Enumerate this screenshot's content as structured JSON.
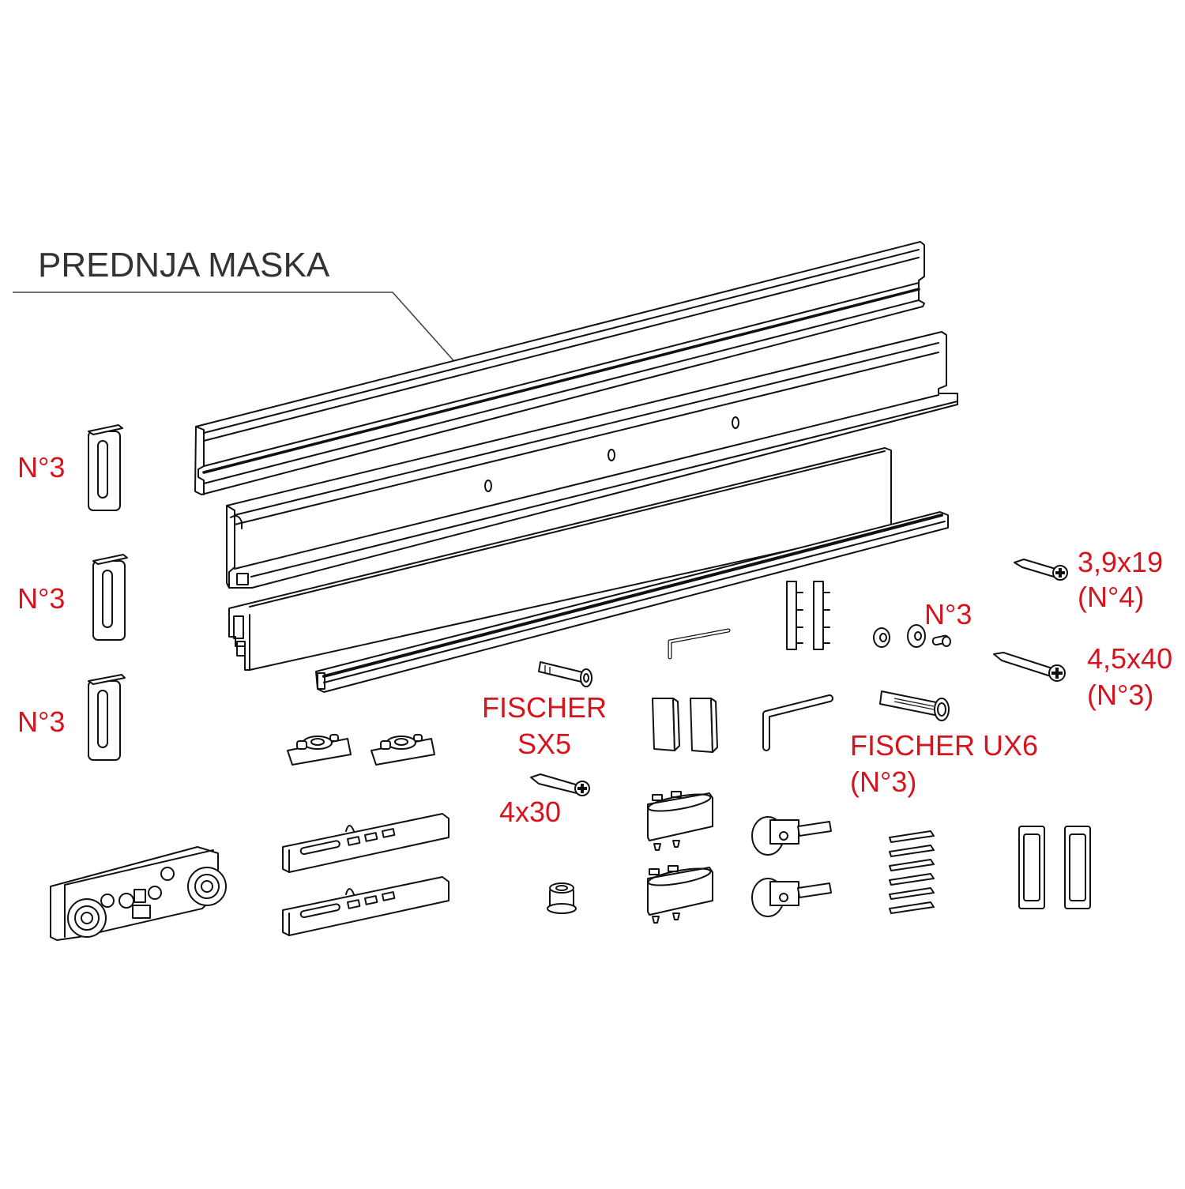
{
  "diagram": {
    "type": "exploded parts kit diagram (sliding door hardware)",
    "colors": {
      "label_red": "#d7141e",
      "title_gray": "#333333",
      "line": "#111111",
      "background": "#ffffff"
    },
    "callout": {
      "title": "PREDNJA MASKA"
    },
    "labels": {
      "bracket_1_qty": "N°3",
      "bracket_2_qty": "N°3",
      "bracket_3_qty": "N°3",
      "screw_small": "3,9x19",
      "screw_small_qty": "(N°4)",
      "washer_set_qty": "N°3",
      "screw_long": "4,5x40",
      "screw_long_qty": "(N°3)",
      "fischer_sx5_line1": "FISCHER",
      "fischer_sx5_line2": "SX5",
      "screw_4x30": "4x30",
      "fischer_ux6": "FISCHER UX6",
      "fischer_ux6_qty": "(N°3)"
    },
    "parts": [
      {
        "id": "front-cover-profile",
        "name": "Prednja maska (front cover)"
      },
      {
        "id": "top-track-profile"
      },
      {
        "id": "glass-channel-profile"
      },
      {
        "id": "bottom-guide-profile"
      },
      {
        "id": "wall-bracket",
        "count": 3
      },
      {
        "id": "roller-carriage"
      },
      {
        "id": "stopper",
        "count": 2
      },
      {
        "id": "soft-close-damper",
        "count": 2
      },
      {
        "id": "hex-key-small"
      },
      {
        "id": "hex-key-large"
      },
      {
        "id": "end-cap",
        "count": 2
      },
      {
        "id": "comb-end-cap",
        "count": 2
      },
      {
        "id": "washer-nut-bolt-set"
      },
      {
        "id": "fischer-sx5-anchor"
      },
      {
        "id": "fischer-ux6-anchor"
      },
      {
        "id": "screw-3.9x19"
      },
      {
        "id": "screw-4.5x40"
      },
      {
        "id": "screw-4x30"
      },
      {
        "id": "floor-guide-bushing"
      },
      {
        "id": "floor-guide-block",
        "count": 2
      },
      {
        "id": "guide-wheel",
        "count": 2
      },
      {
        "id": "shim-plate",
        "count": 6
      },
      {
        "id": "flush-pull-handle",
        "count": 2
      }
    ]
  }
}
